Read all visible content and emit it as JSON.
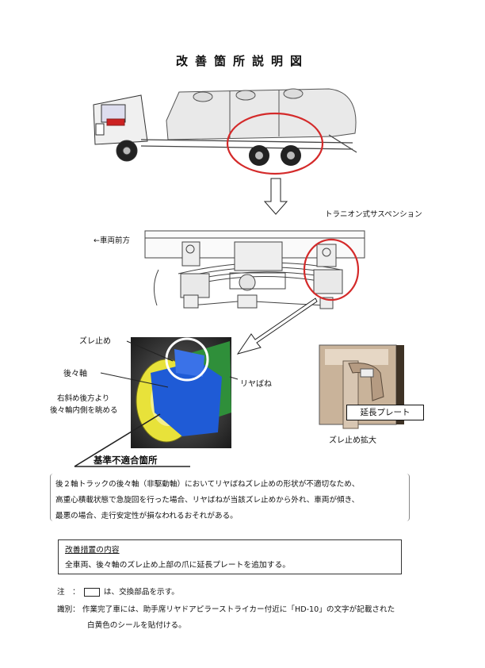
{
  "title": "改善箇所説明図",
  "labels": {
    "suspension_type": "トラニオン式サスペンション",
    "vehicle_front": "←車両前方",
    "slip_stopper": "ズレ止め",
    "rear_rear_axle": "後々軸",
    "view_note_line1": "右斜め後方より",
    "view_note_line2": "後々輪内側を眺める",
    "leaf_spring": "リヤばね",
    "extension_plate": "延長プレート",
    "slip_stopper_enlarged": "ズレ止め拡大",
    "nonconformity": "基準不適合箇所"
  },
  "description": {
    "line1": "後２軸トラックの後々軸（非駆動軸）においてリヤばねズレ止めの形状が不適切なため、",
    "line2": "高重心積載状態で急旋回を行った場合、リヤばねが当該ズレ止めから外れ、車両が傾き、",
    "line3": "最悪の場合、走行安定性が損なわれるおそれがある。"
  },
  "measures": {
    "heading": "改善措置の内容",
    "body": "全車両、後々軸のズレ止め上部の爪に延長プレートを追加する。"
  },
  "notes": {
    "note_prefix": "注　：",
    "note_text": "は、交換部品を示す。",
    "id_prefix": "識別：",
    "id_line1": "作業完了車には、助手席リヤドアピラーストライカー付近に「HD-10」の文字が記載された",
    "id_line2": "白黄色のシールを貼付ける。"
  },
  "colors": {
    "highlight_red": "#d42a2a",
    "part_blue": "#1f5bd6",
    "wheel_yellow": "#e8e23a",
    "spring_green": "#2f8f3a"
  }
}
